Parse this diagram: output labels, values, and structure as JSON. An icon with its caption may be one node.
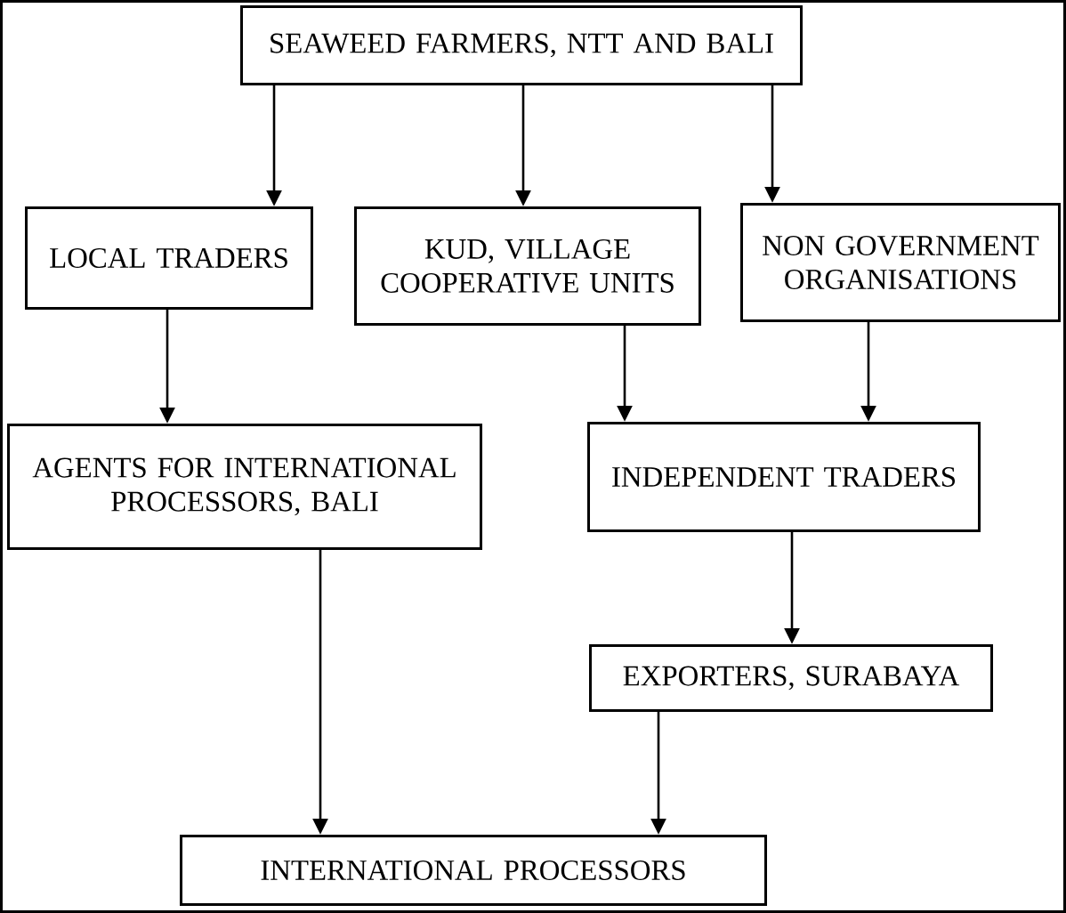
{
  "diagram": {
    "nodes": [
      {
        "text": [
          "SEAWEED FARMERS, NTT AND BALI"
        ]
      },
      {
        "text": [
          "LOCAL TRADERS"
        ]
      },
      {
        "text": [
          "KUD, VILLAGE COOPERATIVE UNITS"
        ]
      },
      {
        "text": [
          "NON GOVERNMENT ORGANISATIONS"
        ]
      },
      {
        "text": [
          "AGENTS FOR INTERNATIONAL PROCESSORS, BALI"
        ]
      },
      {
        "text": [
          "INDEPENDENT TRADERS"
        ]
      },
      {
        "text": [
          "EXPORTERS, SURABAYA"
        ]
      },
      {
        "text": [
          "INTERNATIONAL PROCESSORS"
        ]
      }
    ],
    "edges": [
      {
        "from": 0,
        "to": 1,
        "arrow": "to"
      },
      {
        "from": 0,
        "to": 2,
        "arrow": "to"
      },
      {
        "from": 0,
        "to": 3,
        "arrow": "to"
      },
      {
        "from": 1,
        "to": 4,
        "arrow": "to"
      },
      {
        "from": 2,
        "to": 5,
        "arrow": "to"
      },
      {
        "from": 3,
        "to": 5,
        "arrow": "to"
      },
      {
        "from": 4,
        "to": 7,
        "arrow": "to"
      },
      {
        "from": 5,
        "to": 6,
        "arrow": "to"
      },
      {
        "from": 6,
        "to": 7,
        "arrow": "to"
      }
    ]
  }
}
